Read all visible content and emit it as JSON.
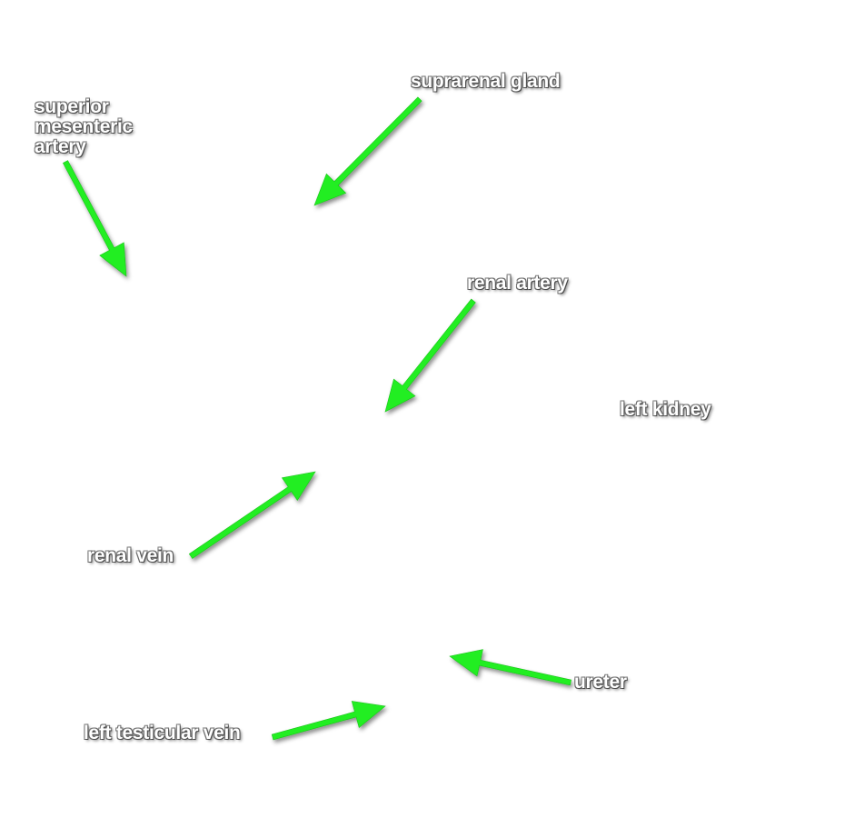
{
  "colors": {
    "arrow": "#22ee22",
    "label_text": "#ffffff"
  },
  "labels": {
    "suprarenal_gland": "suprarenal gland",
    "superior_mesenteric_artery": [
      "superior",
      "mesenteric",
      "artery"
    ],
    "renal_artery": "renal artery",
    "left_kidney": "left kidney",
    "renal_vein": "renal vein",
    "ureter": "ureter",
    "left_testicular_vein": "left testicular vein"
  }
}
